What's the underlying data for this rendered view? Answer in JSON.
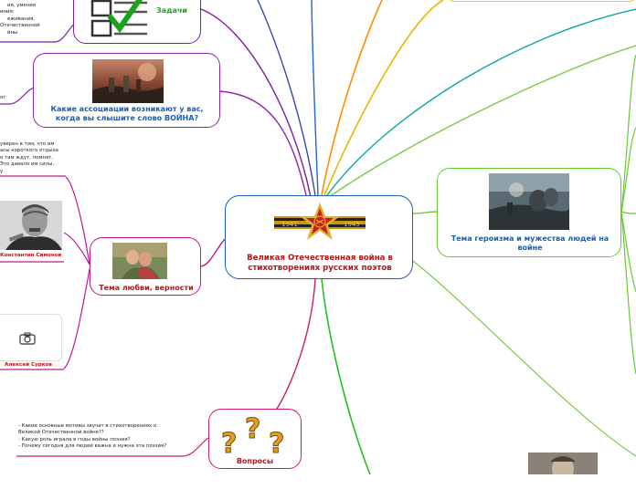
{
  "central": {
    "title": "Великая Отечественная война в стихотворениях русских поэтов"
  },
  "nodes": {
    "tasks": {
      "label": "Задачи"
    },
    "associations": {
      "label": "Какие ассоциации возникают у вас, когда вы слышите слово ВОЙНА?"
    },
    "love": {
      "label": "Тема любви, верности"
    },
    "heroism": {
      "label": "Тема героизма и мужества людей на войне"
    },
    "questions": {
      "label": "Вопросы"
    }
  },
  "poets": {
    "simonov": {
      "caption": "Константин Симонов"
    },
    "surkov": {
      "caption": "Алексей Сурков"
    }
  },
  "notes": {
    "tasks_lines": [
      "ия, умения",
      "иния;",
      "еживания,",
      "Отечественной",
      "йны"
    ],
    "associations_tail": "от",
    "simonov_lines": [
      "уверен в том, что им",
      "асы короткого отдыха",
      "о там ждут, помнят,",
      "Это давало им силы,",
      "у."
    ],
    "questions_lines": [
      "- Какие основные мотивы звучат в стихотворениях о",
      "Великой Отечественной войне??",
      "- Какую роль играла в годы войны поэзия?",
      "- Почему сегодня для людей важна и нужна эта поэзия?"
    ]
  },
  "icons": {
    "tasks": "checklist-icon",
    "questions": "question-marks-icon",
    "surkov": "camera-icon",
    "central": "order-patriotic-war-icon"
  },
  "colors": {
    "tasks": "#7b1fa2",
    "associations": "#8e24aa",
    "love": "#c2188f",
    "heroism": "#66cc33",
    "questions": "#d01b6e",
    "central": "#1a5fb4",
    "central_text": "#b3181f",
    "heroism_text": "#1a5fb4"
  }
}
